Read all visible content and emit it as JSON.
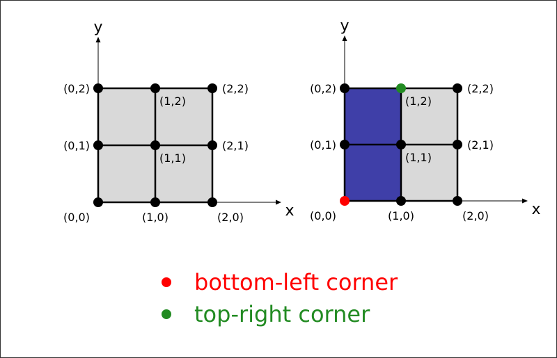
{
  "colors": {
    "cell_fill": "#d9d9d9",
    "selected_fill": "#3f3fa8",
    "grid_line": "#000000",
    "axis": "#000000",
    "node": "#000000",
    "bottom_left_marker": "#ff0000",
    "top_right_marker": "#228b22"
  },
  "panels": [
    {
      "axis_x_label": "x",
      "axis_y_label": "y",
      "selected_cells": [],
      "nodes": [
        {
          "label": "(0,0)",
          "x": 0,
          "y": 0
        },
        {
          "label": "(1,0)",
          "x": 1,
          "y": 0
        },
        {
          "label": "(2,0)",
          "x": 2,
          "y": 0
        },
        {
          "label": "(0,1)",
          "x": 0,
          "y": 1
        },
        {
          "label": "(1,1)",
          "x": 1,
          "y": 1
        },
        {
          "label": "(2,1)",
          "x": 2,
          "y": 1
        },
        {
          "label": "(0,2)",
          "x": 0,
          "y": 2
        },
        {
          "label": "(1,2)",
          "x": 1,
          "y": 2
        },
        {
          "label": "(2,2)",
          "x": 2,
          "y": 2
        }
      ]
    },
    {
      "axis_x_label": "x",
      "axis_y_label": "y",
      "selected_cells": [
        {
          "x": 0,
          "y": 0
        },
        {
          "x": 0,
          "y": 1
        }
      ],
      "bottom_left": {
        "x": 0,
        "y": 0
      },
      "top_right": {
        "x": 1,
        "y": 2
      },
      "nodes": [
        {
          "label": "(0,0)",
          "x": 0,
          "y": 0
        },
        {
          "label": "(1,0)",
          "x": 1,
          "y": 0
        },
        {
          "label": "(2,0)",
          "x": 2,
          "y": 0
        },
        {
          "label": "(0,1)",
          "x": 0,
          "y": 1
        },
        {
          "label": "(1,1)",
          "x": 1,
          "y": 1
        },
        {
          "label": "(2,1)",
          "x": 2,
          "y": 1
        },
        {
          "label": "(0,2)",
          "x": 0,
          "y": 2
        },
        {
          "label": "(1,2)",
          "x": 1,
          "y": 2
        },
        {
          "label": "(2,2)",
          "x": 2,
          "y": 2
        }
      ]
    }
  ],
  "legend": {
    "items": [
      {
        "label": "bottom-left corner",
        "color": "#ff0000"
      },
      {
        "label": "top-right corner",
        "color": "#228b22"
      }
    ]
  }
}
